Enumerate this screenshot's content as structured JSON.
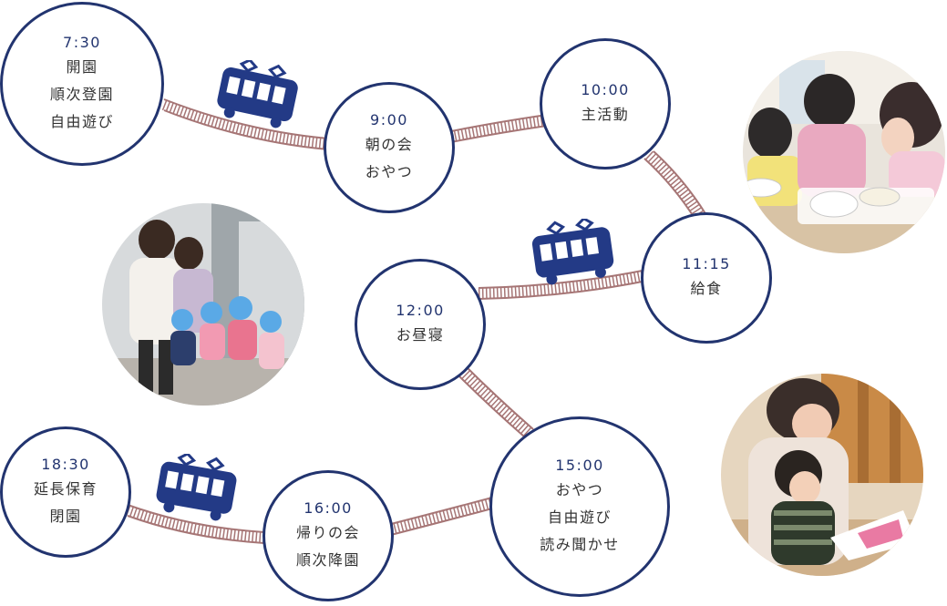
{
  "colors": {
    "circle_border": "#22346f",
    "time_text": "#22346f",
    "body_text": "#333333",
    "track_rail": "#a67575",
    "train": "#233a86"
  },
  "icons": [
    "train-icon"
  ],
  "schedule": [
    {
      "time": "7:30",
      "lines": [
        "開園",
        "順次登園",
        "自由遊び"
      ]
    },
    {
      "time": "9:00",
      "lines": [
        "朝の会",
        "おやつ"
      ]
    },
    {
      "time": "10:00",
      "lines": [
        "主活動"
      ]
    },
    {
      "time": "11:15",
      "lines": [
        "給食"
      ]
    },
    {
      "time": "12:00",
      "lines": [
        "お昼寝"
      ]
    },
    {
      "time": "15:00",
      "lines": [
        "おやつ",
        "自由遊び",
        "読み聞かせ"
      ]
    },
    {
      "time": "16:00",
      "lines": [
        "帰りの会",
        "順次降園"
      ]
    },
    {
      "time": "18:30",
      "lines": [
        "延長保育",
        "閉園"
      ]
    }
  ]
}
